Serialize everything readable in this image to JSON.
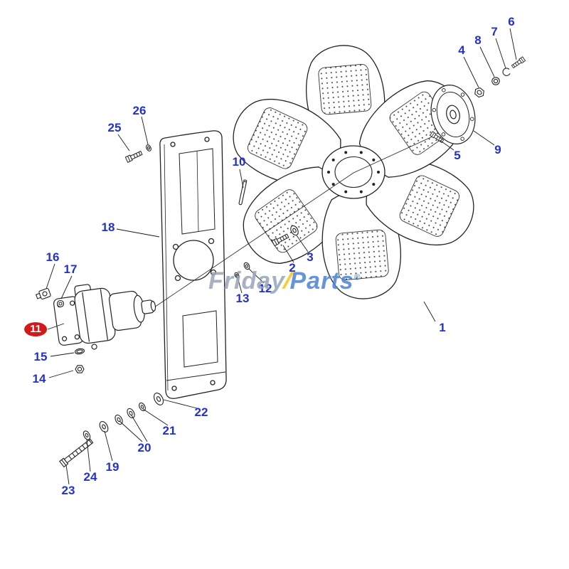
{
  "watermark": {
    "word1": "Friday",
    "slash": "/",
    "word2": "Parts",
    "reg": "®",
    "word1_color": "#97a5b8",
    "word2_color": "#4b82d8",
    "slash_color": "#f5c518"
  },
  "label_style": {
    "color": "#2431c8",
    "highlight_bg": "#d21a1a",
    "highlight_text_color": "#ffffff"
  },
  "highlighted_part": "11",
  "labels": {
    "l1": "1",
    "l2": "2",
    "l3": "3",
    "l4": "4",
    "l5": "5",
    "l6": "6",
    "l7": "7",
    "l8": "8",
    "l9": "9",
    "l10": "10",
    "l11": "11",
    "l12": "12",
    "l13": "13",
    "l14": "14",
    "l15": "15",
    "l16": "16",
    "l17": "17",
    "l18": "18",
    "l19": "19",
    "l20": "20",
    "l21": "21",
    "l22": "22",
    "l23": "23",
    "l24": "24",
    "l25": "25",
    "l26": "26"
  }
}
